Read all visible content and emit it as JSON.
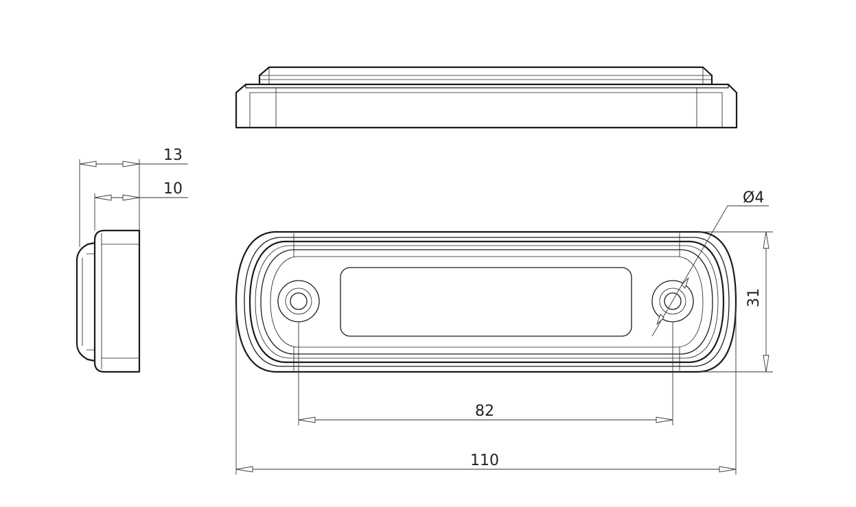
{
  "dimensions": {
    "depth_total": "13",
    "depth_body": "10",
    "hole_diameter": "Ø4",
    "height": "31",
    "hole_spacing": "82",
    "length": "110"
  }
}
